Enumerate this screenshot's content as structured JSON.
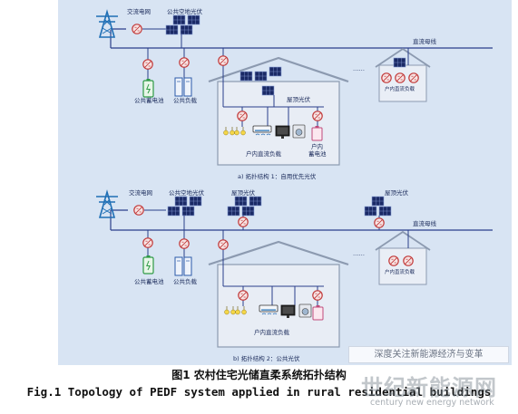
{
  "labels": {
    "grid": "交流电网",
    "public_pv": "公共空地光伏",
    "dc_bus": "直流母线",
    "public_battery": "公共蓄电池",
    "public_load": "公共负载",
    "roof_pv": "屋顶光伏",
    "indoor_dc_load": "户内直流负载",
    "indoor_battery_line1": "户内",
    "indoor_battery_line2": "蓄电池",
    "ellipsis": "……"
  },
  "sub_captions": {
    "a": "a) 拓扑结构 1：自用优先光伏",
    "b": "b) 拓扑结构 2：公共光伏"
  },
  "caption": {
    "cn": "图1  农村住宅光储直柔系统拓扑结构",
    "en": "Fig.1  Topology of PEDF system applied in rural residential buildings"
  },
  "watermark": {
    "notice": "深度关注新能源经济与变革",
    "brand": "世纪新能源网",
    "url": "century new energy network"
  }
}
